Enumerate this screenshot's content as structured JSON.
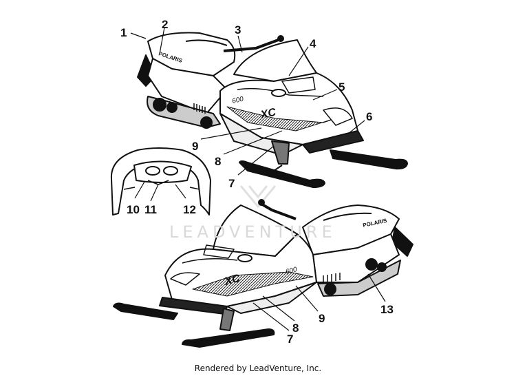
{
  "watermark": "LEADVENTURE",
  "footer": "Rendered by LeadVenture, Inc.",
  "callouts": {
    "c1": "1",
    "c2": "2",
    "c3": "3",
    "c4": "4",
    "c5": "5",
    "c6": "6",
    "c7a": "7",
    "c8a": "8",
    "c9a": "9",
    "c10": "10",
    "c11": "11",
    "c12": "12",
    "c13": "13",
    "c7b": "7",
    "c8b": "8",
    "c9b": "9"
  },
  "decals": {
    "brand": "POLARIS",
    "model": "XC",
    "engine": "600"
  }
}
